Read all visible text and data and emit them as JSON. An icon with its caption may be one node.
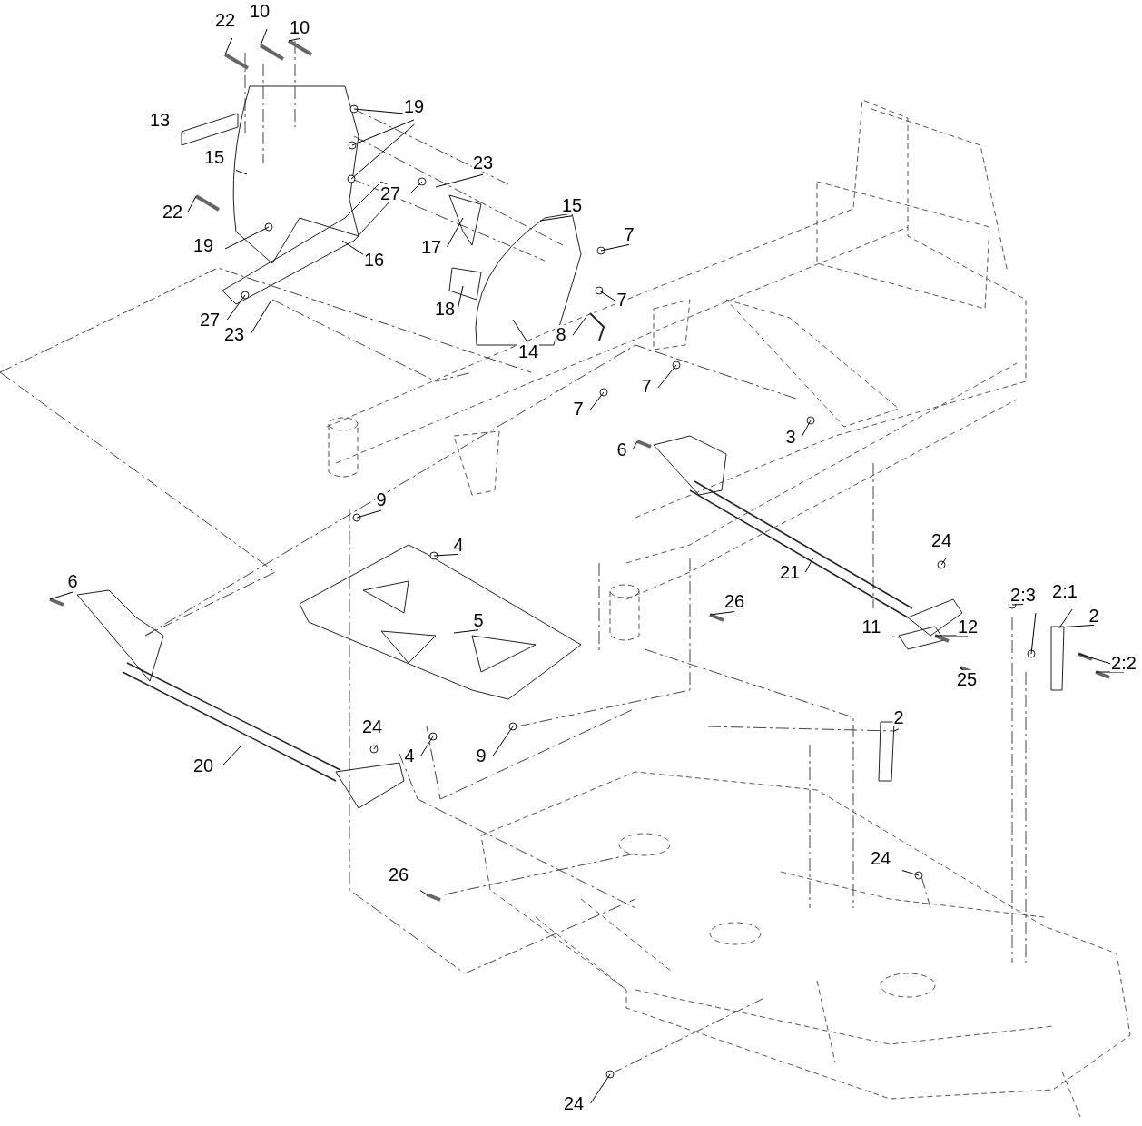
{
  "diagram": {
    "nodes": [
      {
        "text": [
          "22"
        ]
      },
      {
        "text": [
          "10"
        ]
      },
      {
        "text": [
          "10"
        ]
      },
      {
        "text": [
          "13"
        ]
      },
      {
        "text": [
          "19"
        ]
      },
      {
        "text": [
          "15"
        ]
      },
      {
        "text": [
          "22"
        ]
      },
      {
        "text": [
          "19"
        ]
      },
      {
        "text": [
          "16"
        ]
      },
      {
        "text": [
          "27"
        ]
      },
      {
        "text": [
          "23"
        ]
      },
      {
        "text": [
          "27"
        ]
      },
      {
        "text": [
          "23"
        ]
      },
      {
        "text": [
          "17"
        ]
      },
      {
        "text": [
          "15"
        ]
      },
      {
        "text": [
          "7"
        ]
      },
      {
        "text": [
          "18"
        ]
      },
      {
        "text": [
          "7"
        ]
      },
      {
        "text": [
          "14"
        ]
      },
      {
        "text": [
          "8"
        ]
      },
      {
        "text": [
          "7"
        ]
      },
      {
        "text": [
          "7"
        ]
      },
      {
        "text": [
          "6"
        ]
      },
      {
        "text": [
          "3"
        ]
      },
      {
        "text": [
          "9"
        ]
      },
      {
        "text": [
          "4"
        ]
      },
      {
        "text": [
          "6"
        ]
      },
      {
        "text": [
          "5"
        ]
      },
      {
        "text": [
          "21"
        ]
      },
      {
        "text": [
          "24"
        ]
      },
      {
        "text": [
          "26"
        ]
      },
      {
        "text": [
          "2:3"
        ]
      },
      {
        "text": [
          "2:1"
        ]
      },
      {
        "text": [
          "2"
        ]
      },
      {
        "text": [
          "11"
        ]
      },
      {
        "text": [
          "12"
        ]
      },
      {
        "text": [
          "25"
        ]
      },
      {
        "text": [
          "2:2"
        ]
      },
      {
        "text": [
          "9"
        ]
      },
      {
        "text": [
          "4"
        ]
      },
      {
        "text": [
          "24"
        ]
      },
      {
        "text": [
          "20"
        ]
      },
      {
        "text": [
          "2"
        ]
      },
      {
        "text": [
          "26"
        ]
      },
      {
        "text": [
          "24"
        ]
      },
      {
        "text": [
          "24"
        ]
      }
    ],
    "edges": [
      {
        "from": 0,
        "to": null,
        "arrow": "none"
      },
      {
        "from": 1,
        "to": null,
        "arrow": "none"
      },
      {
        "from": 2,
        "to": null,
        "arrow": "none"
      },
      {
        "from": 3,
        "to": null,
        "arrow": "none"
      },
      {
        "from": 4,
        "to": null,
        "arrow": "none"
      },
      {
        "from": 4,
        "to": null,
        "arrow": "none"
      },
      {
        "from": 4,
        "to": null,
        "arrow": "none"
      },
      {
        "from": 5,
        "to": null,
        "arrow": "none"
      },
      {
        "from": 6,
        "to": null,
        "arrow": "none"
      },
      {
        "from": 7,
        "to": null,
        "arrow": "none"
      },
      {
        "from": 8,
        "to": null,
        "arrow": "none"
      },
      {
        "from": 9,
        "to": null,
        "arrow": "none"
      },
      {
        "from": 10,
        "to": null,
        "arrow": "none"
      },
      {
        "from": 11,
        "to": null,
        "arrow": "none"
      },
      {
        "from": 12,
        "to": null,
        "arrow": "none"
      },
      {
        "from": 13,
        "to": null,
        "arrow": "none"
      },
      {
        "from": 14,
        "to": null,
        "arrow": "none"
      },
      {
        "from": 15,
        "to": null,
        "arrow": "none"
      },
      {
        "from": 16,
        "to": null,
        "arrow": "none"
      },
      {
        "from": 17,
        "to": null,
        "arrow": "none"
      },
      {
        "from": 18,
        "to": null,
        "arrow": "none"
      },
      {
        "from": 19,
        "to": null,
        "arrow": "none"
      },
      {
        "from": 20,
        "to": null,
        "arrow": "none"
      },
      {
        "from": 21,
        "to": null,
        "arrow": "none"
      },
      {
        "from": 22,
        "to": null,
        "arrow": "none"
      },
      {
        "from": 23,
        "to": null,
        "arrow": "none"
      },
      {
        "from": 24,
        "to": null,
        "arrow": "none"
      },
      {
        "from": 25,
        "to": null,
        "arrow": "none"
      },
      {
        "from": 26,
        "to": null,
        "arrow": "none"
      },
      {
        "from": 27,
        "to": null,
        "arrow": "none"
      },
      {
        "from": 28,
        "to": null,
        "arrow": "none"
      },
      {
        "from": 29,
        "to": null,
        "arrow": "none"
      },
      {
        "from": 30,
        "to": null,
        "arrow": "none"
      },
      {
        "from": 31,
        "to": null,
        "arrow": "none"
      },
      {
        "from": 31,
        "to": null,
        "arrow": "none"
      },
      {
        "from": 32,
        "to": null,
        "arrow": "none"
      },
      {
        "from": 33,
        "to": null,
        "arrow": "none"
      },
      {
        "from": 34,
        "to": null,
        "arrow": "none"
      },
      {
        "from": 35,
        "to": null,
        "arrow": "none"
      },
      {
        "from": 36,
        "to": null,
        "arrow": "none"
      },
      {
        "from": 37,
        "to": null,
        "arrow": "none"
      },
      {
        "from": 37,
        "to": null,
        "arrow": "none"
      },
      {
        "from": 38,
        "to": null,
        "arrow": "none"
      },
      {
        "from": 39,
        "to": null,
        "arrow": "none"
      },
      {
        "from": 40,
        "to": null,
        "arrow": "none"
      },
      {
        "from": 41,
        "to": null,
        "arrow": "none"
      },
      {
        "from": 42,
        "to": null,
        "arrow": "none"
      },
      {
        "from": 43,
        "to": null,
        "arrow": "none"
      },
      {
        "from": 44,
        "to": null,
        "arrow": "none"
      },
      {
        "from": 45,
        "to": null,
        "arrow": "none"
      }
    ]
  }
}
